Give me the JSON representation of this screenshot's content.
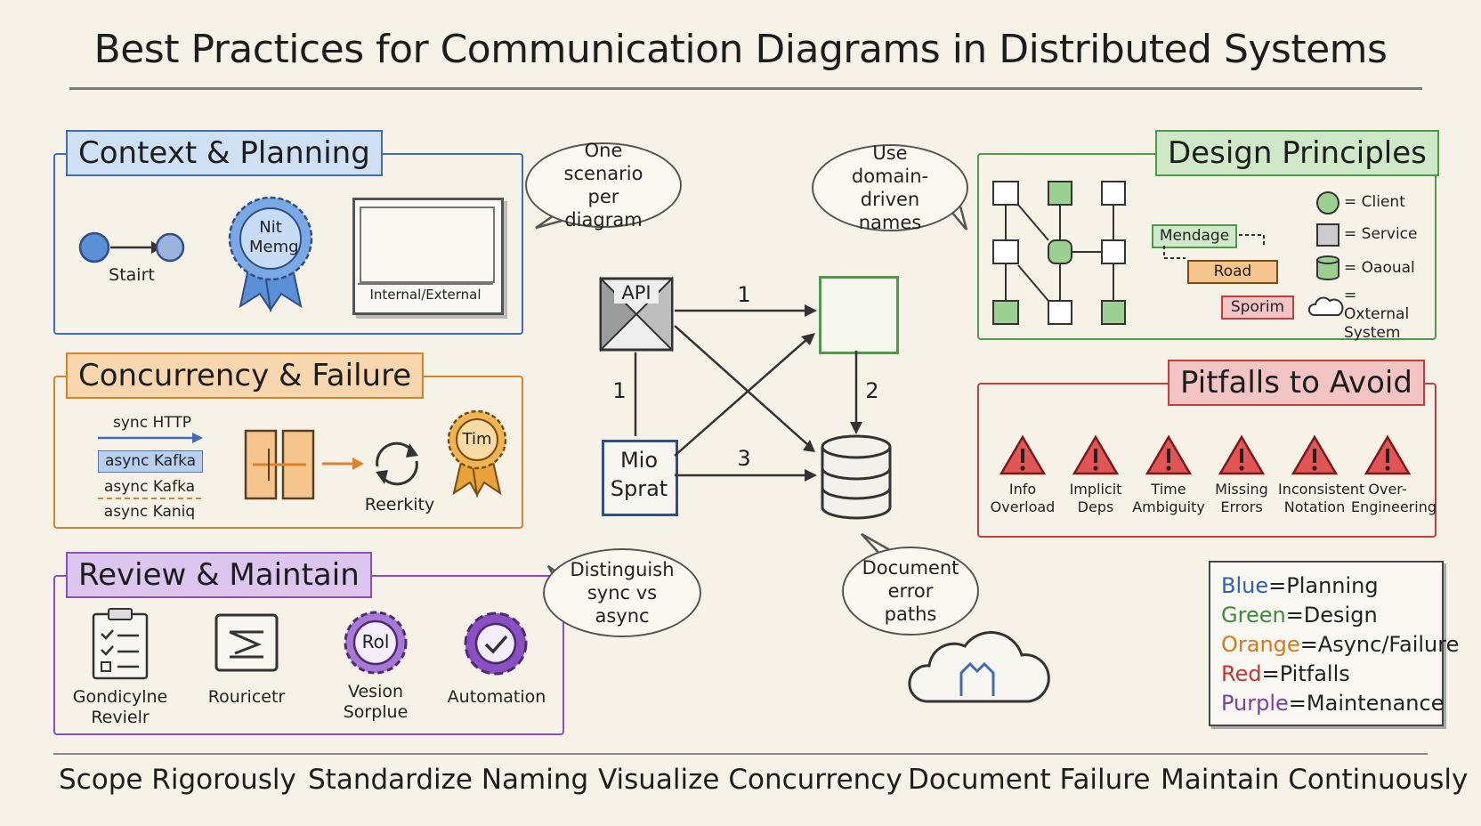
{
  "title": "Best Practices for Communication Diagrams in Distributed Systems",
  "panels": {
    "context": {
      "title": "Context & Planning",
      "start_label": "Stairt",
      "badge_label": "Nit Memg",
      "frame_label": "Internal/External"
    },
    "concurrency": {
      "title": "Concurrency & Failure",
      "sync_http": "sync HTTP",
      "async_1": "async Kafka",
      "async_2": "async Kafka",
      "async_3": "async Kaniq",
      "retry_label": "Reerkity",
      "timer_badge": "Tim"
    },
    "review": {
      "title": "Review & Maintain",
      "items": [
        "Gondicylne Revielr",
        "Rouricetr",
        "Vesion Sorplue",
        "Automation"
      ],
      "badge_label": "Rol"
    },
    "design": {
      "title": "Design Principles",
      "tags": [
        "Mendage",
        "Road",
        "Sporim"
      ],
      "legend": [
        "= Client",
        "= Service",
        "= Oaoual",
        "= Oxternal System"
      ]
    },
    "pitfalls": {
      "title": "Pitfalls to Avoid",
      "items": [
        "Info Overload",
        "Implicit Deps",
        "Time Ambiguity",
        "Missing Errors",
        "Inconsistent Notation",
        "Over-Engineering"
      ]
    }
  },
  "center": {
    "api_label": "API",
    "micro_label_1": "Mio",
    "micro_label_2": "Sprat",
    "edge_labels": [
      "1",
      "1",
      "2",
      "3"
    ]
  },
  "bubbles": {
    "scenario": "One scenario per diagram",
    "domain": "Use domain-driven names",
    "sync": "Distinguish sync vs async",
    "errors": "Document error paths"
  },
  "legend": [
    {
      "color_word": "Blue",
      "rest": "=Planning",
      "color": "#2e62b0"
    },
    {
      "color_word": "Green",
      "rest": "=Design",
      "color": "#3c8a3a"
    },
    {
      "color_word": "Orange",
      "rest": "=Async/Failure",
      "color": "#d9761e"
    },
    {
      "color_word": "Red",
      "rest": "=Pitfalls",
      "color": "#c83232"
    },
    {
      "color_word": "Purple",
      "rest": "=Maintenance",
      "color": "#7a3fa8"
    }
  ],
  "bottom": [
    "Scope Rigorously",
    "Standardize Naming",
    "Visualize Concurrency",
    "Document Failure",
    "Maintain Continuously"
  ],
  "colors": {
    "blue": "#3f6cb8",
    "green": "#4e9a4a",
    "orange": "#d9822b",
    "red": "#cc3b3b",
    "purple": "#8a4fc0"
  }
}
